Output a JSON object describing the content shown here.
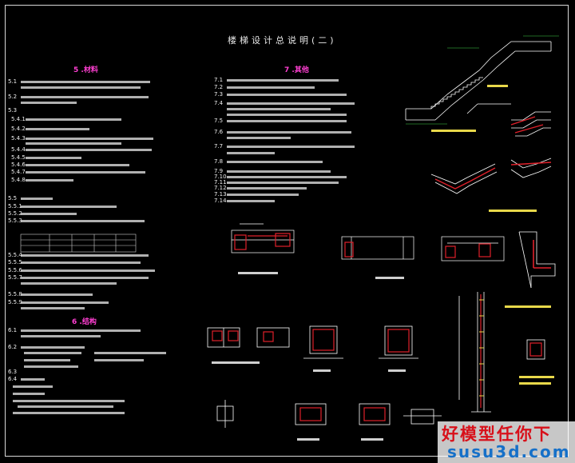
{
  "drawing": {
    "title": "楼梯设计总说明(二)",
    "section_5_heading": "5 .材料",
    "section_6_heading": "6 .结构",
    "section_7_heading": "7 .其他"
  },
  "section5_numbers": [
    "5.1",
    "5.2",
    "5.3",
    "5.4.1",
    "5.4.2",
    "5.4.3",
    "5.4.4",
    "5.4.5",
    "5.4.6",
    "5.4.7",
    "5.4.8",
    "5.5",
    "5.5.1",
    "5.5.2",
    "5.5.3",
    "5.5.4",
    "5.5.5",
    "5.5.6",
    "5.5.7",
    "5.5.8",
    "5.5.9"
  ],
  "section6_numbers": [
    "6.1",
    "6.2",
    "6.3",
    "6.4"
  ],
  "section7_numbers": [
    "7.1",
    "7.2",
    "7.3",
    "7.4",
    "7.5",
    "7.6",
    "7.7",
    "7.8",
    "7.9",
    "7.10",
    "7.11",
    "7.12",
    "7.13",
    "7.14"
  ],
  "watermark": {
    "line1": "好模型任你下",
    "line2": "susu3d.com"
  },
  "colors": {
    "background": "#000000",
    "frame": "#d8d8d8",
    "heading": "#ff3fd2",
    "rebar": "#e0202a",
    "dimension": "#3fd24a",
    "annotation": "#e8d84a",
    "outline": "#ffffff"
  }
}
